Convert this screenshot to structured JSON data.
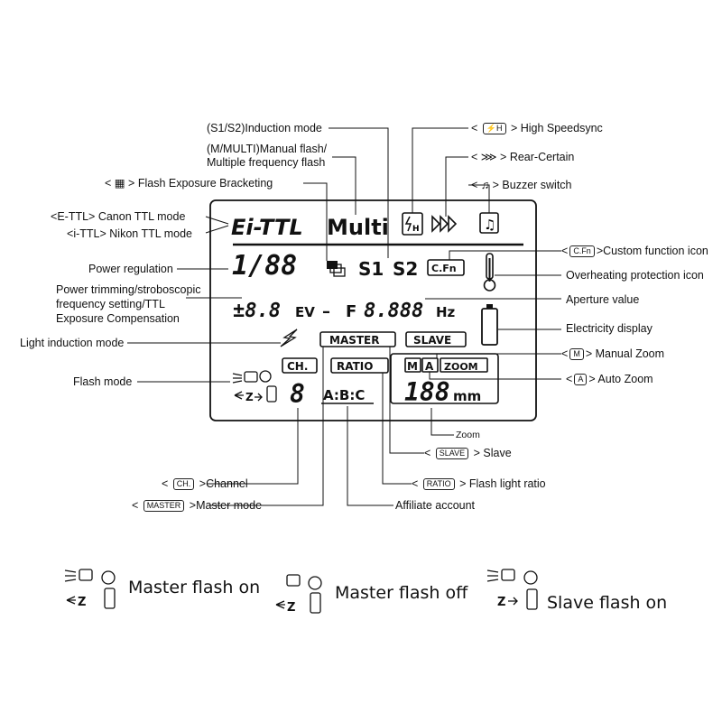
{
  "lcd": {
    "mode_text": "Ei-TTL",
    "multi_text": "Multi",
    "power_digits": "1/88",
    "s1": "S1",
    "s2": "S2",
    "cfn": "C.Fn",
    "ev_value": "±8.8",
    "ev_unit": "EV",
    "dash": "–",
    "f_prefix": "F",
    "freq_digits": "8.888",
    "hz_unit": "Hz",
    "master": "MASTER",
    "slave": "SLAVE",
    "ch": "CH.",
    "ratio": "RATIO",
    "abc": "A:B:C",
    "channel_digit": "8",
    "m_badge": "M",
    "a_badge": "A",
    "zoom_badge": "ZOOM",
    "zoom_digits": "188",
    "mm_unit": "mm"
  },
  "labels": {
    "induction_mode": "(S1/S2)Induction mode",
    "manual_flash_1": "(M/MULTI)Manual flash/",
    "manual_flash_2": "Multiple frequency flash",
    "feb": "Flash Exposure Bracketing",
    "ettl_chip": "E-TTL",
    "ettl": "Canon TTL mode",
    "ittl_chip": "i-TTL",
    "ittl": "Nikon TTL mode",
    "power_regulation": "Power regulation",
    "power_trim_1": "Power trimming/stroboscopic",
    "power_trim_2": "frequency setting/TTL",
    "power_trim_3": "Exposure Compensation",
    "light_induction": "Light induction mode",
    "flash_mode": "Flash mode",
    "high_speed": "High Speedsync",
    "rear_certain": "Rear-Certain",
    "buzzer": "Buzzer switch",
    "cfn_chip": "C.Fn",
    "custom_function": "Custom function icon",
    "overheating": "Overheating protection icon",
    "aperture": "Aperture value",
    "electricity": "Electricity display",
    "m_chip": "M",
    "manual_zoom": "Manual Zoom",
    "a_chip": "A",
    "auto_zoom": "Auto Zoom",
    "zoom": "Zoom",
    "slave_chip": "SLAVE",
    "slave": "Slave",
    "ratio_chip": "RATIO",
    "flash_ratio": "Flash light ratio",
    "affiliate": "Affiliate account",
    "ch_chip": "CH.",
    "channel": "Channel",
    "master_chip": "MASTER",
    "master_mode": "Master mode"
  },
  "legend": {
    "master_on": "Master flash on",
    "master_off": "Master flash off",
    "slave_on": "Slave flash on"
  },
  "icons": [
    "speedsync-icon",
    "rear-curtain-icon",
    "buzzer-icon",
    "thermometer-icon",
    "battery-icon",
    "lightning-icon",
    "flash-head-icon",
    "bracketing-icon"
  ]
}
